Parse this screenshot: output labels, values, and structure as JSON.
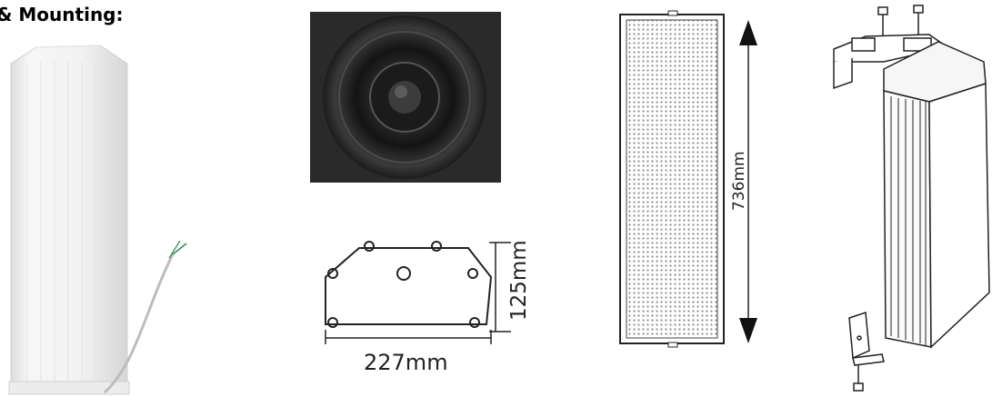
{
  "section": {
    "heading": "& Mounting:"
  },
  "dimensions": {
    "width_label": "227mm",
    "depth_label": "125mm",
    "height_label": "736mm"
  },
  "colors": {
    "speaker_body": "#f3f3f3",
    "driver_black": "#1a1a1a",
    "line": "#222222",
    "wire_green": "#2e8b57"
  }
}
